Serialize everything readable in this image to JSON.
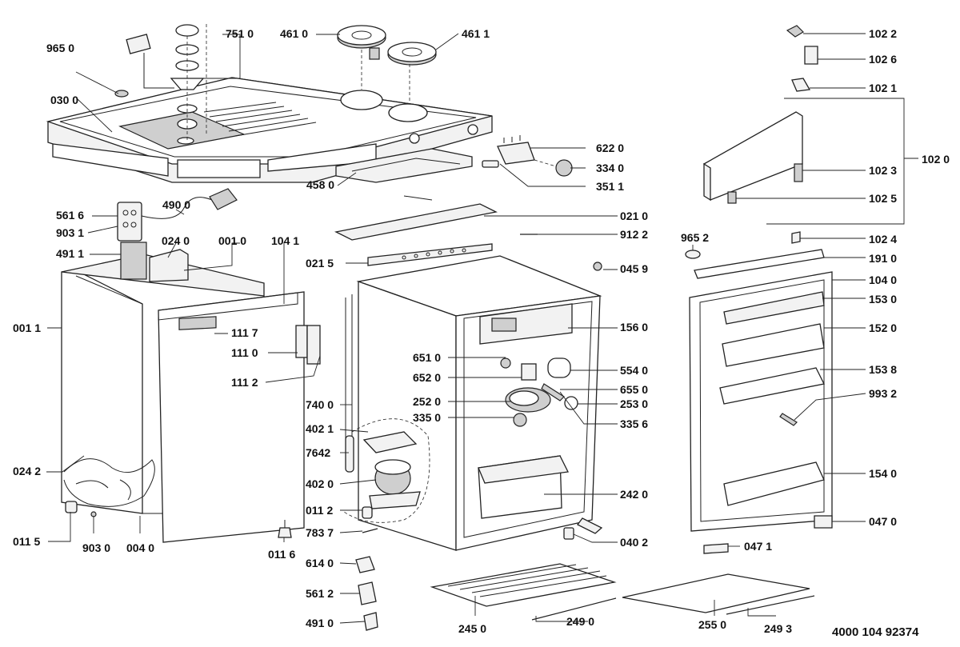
{
  "document": {
    "number": "4000 104 92374"
  },
  "callouts": [
    {
      "id": "c7510",
      "text": "751 0"
    },
    {
      "id": "c4610",
      "text": "461 0"
    },
    {
      "id": "c4611",
      "text": "461 1"
    },
    {
      "id": "c9650",
      "text": "965 0"
    },
    {
      "id": "c0300",
      "text": "030 0"
    },
    {
      "id": "c6220",
      "text": "622 0"
    },
    {
      "id": "c3340",
      "text": "334 0"
    },
    {
      "id": "c4580",
      "text": "458 0"
    },
    {
      "id": "c3511",
      "text": "351 1"
    },
    {
      "id": "c5616",
      "text": "561 6"
    },
    {
      "id": "c4900",
      "text": "490 0"
    },
    {
      "id": "c9031",
      "text": "903 1"
    },
    {
      "id": "c0240",
      "text": "024 0"
    },
    {
      "id": "c0010",
      "text": "001 0"
    },
    {
      "id": "c1041",
      "text": "104 1"
    },
    {
      "id": "c4911",
      "text": "491 1"
    },
    {
      "id": "c0011",
      "text": "001 1"
    },
    {
      "id": "c1117",
      "text": "111 7"
    },
    {
      "id": "c1110",
      "text": "111 0"
    },
    {
      "id": "c1112",
      "text": "111 2"
    },
    {
      "id": "c0242",
      "text": "024 2"
    },
    {
      "id": "c0115",
      "text": "011 5"
    },
    {
      "id": "c9030",
      "text": "903 0"
    },
    {
      "id": "c0040",
      "text": "004 0"
    },
    {
      "id": "c0116",
      "text": "011 6"
    },
    {
      "id": "c0210",
      "text": "021 0"
    },
    {
      "id": "c9122",
      "text": "912 2"
    },
    {
      "id": "c0215",
      "text": "021 5"
    },
    {
      "id": "c0459",
      "text": "045 9"
    },
    {
      "id": "c1560",
      "text": "156 0"
    },
    {
      "id": "c6510",
      "text": "651 0"
    },
    {
      "id": "c6520",
      "text": "652 0"
    },
    {
      "id": "c5540",
      "text": "554 0"
    },
    {
      "id": "c6550",
      "text": "655 0"
    },
    {
      "id": "c2520",
      "text": "252 0"
    },
    {
      "id": "c2530",
      "text": "253 0"
    },
    {
      "id": "c3350",
      "text": "335 0"
    },
    {
      "id": "c3356",
      "text": "335 6"
    },
    {
      "id": "c7400",
      "text": "740 0"
    },
    {
      "id": "c4021",
      "text": "402 1"
    },
    {
      "id": "c7642",
      "text": "7642"
    },
    {
      "id": "c4020",
      "text": "402 0"
    },
    {
      "id": "c2420",
      "text": "242 0"
    },
    {
      "id": "c0112",
      "text": "011 2"
    },
    {
      "id": "c7837",
      "text": "783 7"
    },
    {
      "id": "c0402",
      "text": "040 2"
    },
    {
      "id": "c6140",
      "text": "614 0"
    },
    {
      "id": "c5612",
      "text": "561 2"
    },
    {
      "id": "c4910",
      "text": "491 0"
    },
    {
      "id": "c2450",
      "text": "245 0"
    },
    {
      "id": "c2490",
      "text": "249 0"
    },
    {
      "id": "c2550",
      "text": "255 0"
    },
    {
      "id": "c2493",
      "text": "249 3"
    },
    {
      "id": "c1022",
      "text": "102 2"
    },
    {
      "id": "c1026",
      "text": "102 6"
    },
    {
      "id": "c1021",
      "text": "102 1"
    },
    {
      "id": "c1020",
      "text": "102 0"
    },
    {
      "id": "c1023",
      "text": "102 3"
    },
    {
      "id": "c1025",
      "text": "102 5"
    },
    {
      "id": "c9652",
      "text": "965 2"
    },
    {
      "id": "c1024",
      "text": "102 4"
    },
    {
      "id": "c1910",
      "text": "191 0"
    },
    {
      "id": "c1040",
      "text": "104 0"
    },
    {
      "id": "c1530",
      "text": "153 0"
    },
    {
      "id": "c1520",
      "text": "152 0"
    },
    {
      "id": "c1538",
      "text": "153 8"
    },
    {
      "id": "c9932",
      "text": "993 2"
    },
    {
      "id": "c1540",
      "text": "154 0"
    },
    {
      "id": "c0470",
      "text": "047 0"
    },
    {
      "id": "c0471",
      "text": "047 1"
    }
  ]
}
